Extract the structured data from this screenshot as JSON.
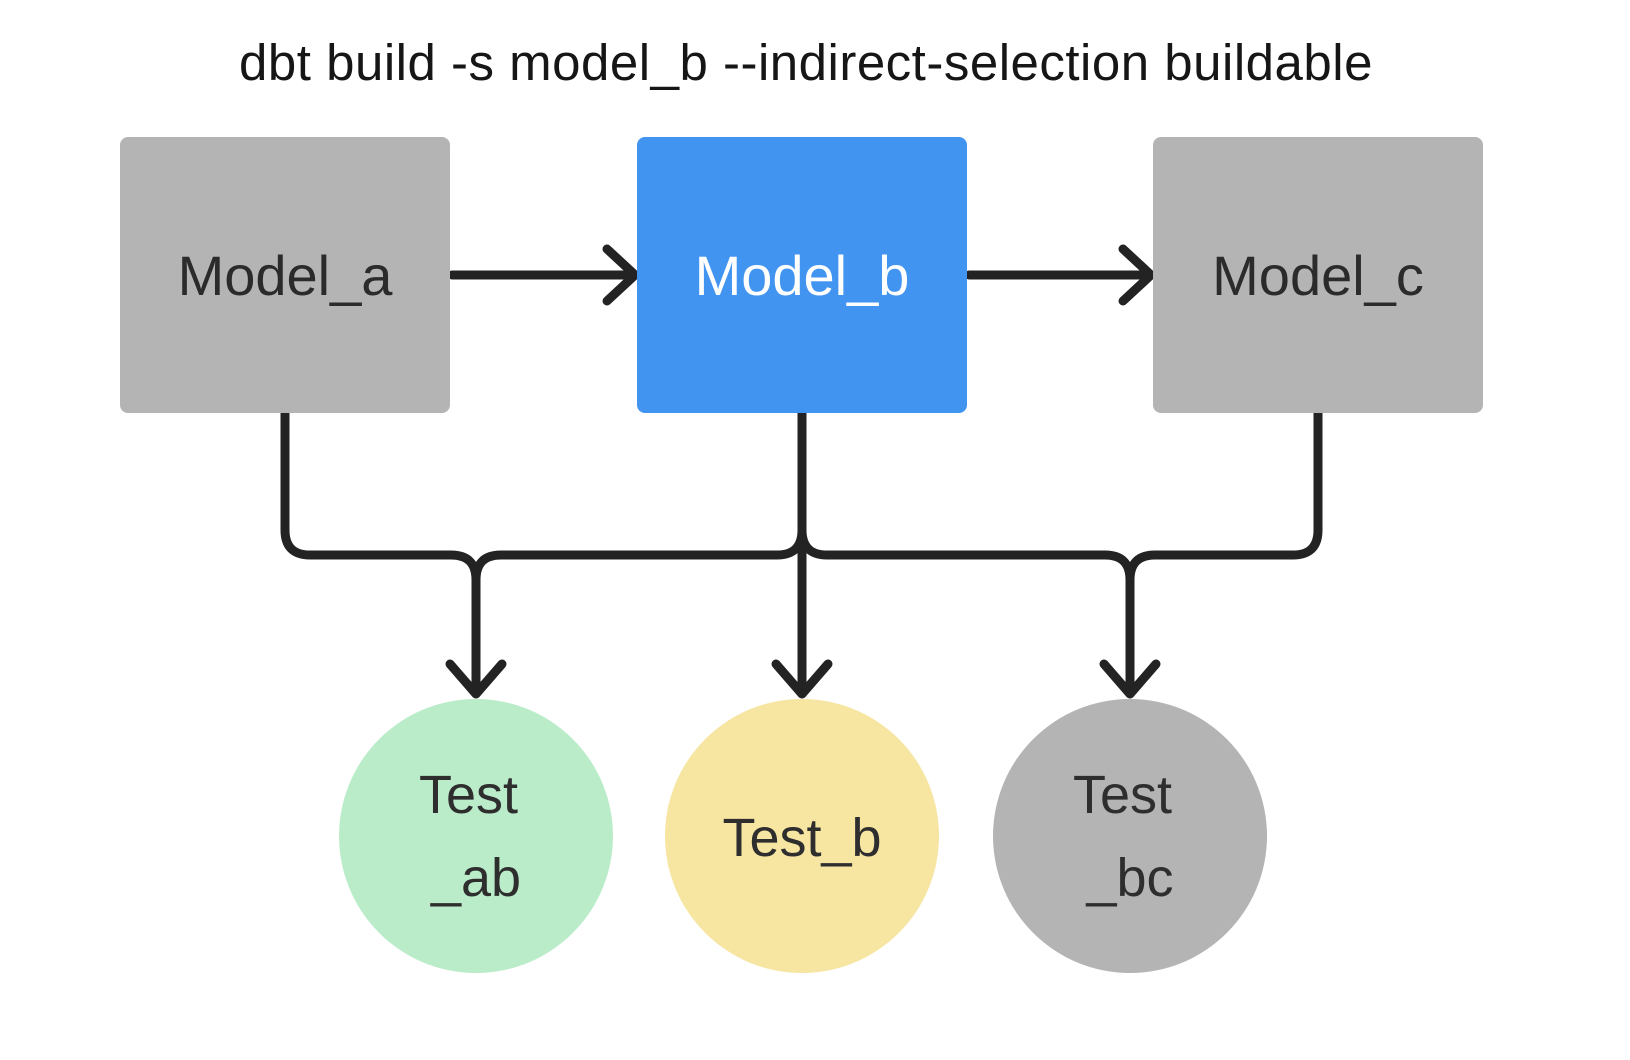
{
  "title": "dbt build -s model_b --indirect-selection buildable",
  "colors": {
    "background": "#ffffff",
    "line": "#232323",
    "title_text": "#161616"
  },
  "nodes": {
    "model_a": {
      "label": "Model_a",
      "fill": "#b4b4b4",
      "text_color": "#2b2b2b",
      "shape": "box"
    },
    "model_b": {
      "label": "Model_b",
      "fill": "#4294f1",
      "text_color": "#ffffff",
      "shape": "box"
    },
    "model_c": {
      "label": "Model_c",
      "fill": "#b4b4b4",
      "text_color": "#2b2b2b",
      "shape": "box"
    },
    "test_ab": {
      "line1": "Test",
      "line2": "_ab",
      "fill": "#bbecca",
      "text_color": "#2e2e2e",
      "shape": "circle"
    },
    "test_b": {
      "line1": "Test_b",
      "fill": "#f7e5a2",
      "text_color": "#2e2e2e",
      "shape": "circle"
    },
    "test_bc": {
      "line1": "Test",
      "line2": "_bc",
      "fill": "#b4b4b4",
      "text_color": "#2e2e2e",
      "shape": "circle"
    }
  },
  "edges": [
    {
      "from": "Model_a",
      "to": "Model_b"
    },
    {
      "from": "Model_b",
      "to": "Model_c"
    },
    {
      "from": "Model_a",
      "to": "Test_ab"
    },
    {
      "from": "Model_b",
      "to": "Test_ab"
    },
    {
      "from": "Model_b",
      "to": "Test_b"
    },
    {
      "from": "Model_b",
      "to": "Test_bc"
    },
    {
      "from": "Model_c",
      "to": "Test_bc"
    }
  ]
}
